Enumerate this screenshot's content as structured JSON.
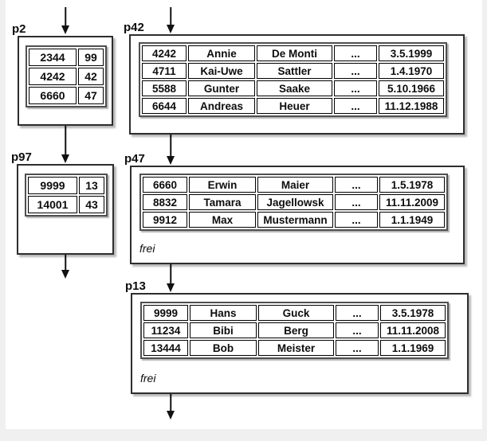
{
  "colors": {
    "page_background": "#ffffff",
    "margin_gray": "#f1f0f1",
    "box_border": "#2d2d2d",
    "table_frame": "#4f4f4f",
    "cell_border": "#000000",
    "arrow": "#111111",
    "text": "#0d0d0d"
  },
  "pages": [
    {
      "label": "p2",
      "kind": "index-page",
      "rows": [
        [
          "2344",
          "99"
        ],
        [
          "4242",
          "42"
        ],
        [
          "6660",
          "47"
        ]
      ]
    },
    {
      "label": "p42",
      "kind": "data-page",
      "rows": [
        [
          "4242",
          "Annie",
          "De Monti",
          "...",
          "3.5.1999"
        ],
        [
          "4711",
          "Kai-Uwe",
          "Sattler",
          "...",
          "1.4.1970"
        ],
        [
          "5588",
          "Gunter",
          "Saake",
          "...",
          "5.10.1966"
        ],
        [
          "6644",
          "Andreas",
          "Heuer",
          "...",
          "11.12.1988"
        ]
      ]
    },
    {
      "label": "p97",
      "kind": "index-page",
      "rows": [
        [
          "9999",
          "13"
        ],
        [
          "14001",
          "43"
        ]
      ]
    },
    {
      "label": "p47",
      "kind": "data-page",
      "free_label": "frei",
      "rows": [
        [
          "6660",
          "Erwin",
          "Maier",
          "...",
          "1.5.1978"
        ],
        [
          "8832",
          "Tamara",
          "Jagellowsk",
          "...",
          "11.11.2009"
        ],
        [
          "9912",
          "Max",
          "Mustermann",
          "...",
          "1.1.1949"
        ]
      ]
    },
    {
      "label": "p13",
      "kind": "data-page",
      "free_label": "frei",
      "rows": [
        [
          "9999",
          "Hans",
          "Guck",
          "...",
          "3.5.1978"
        ],
        [
          "11234",
          "Bibi",
          "Berg",
          "...",
          "11.11.2008"
        ],
        [
          "13444",
          "Bob",
          "Meister",
          "...",
          "1.1.1969"
        ]
      ]
    }
  ]
}
